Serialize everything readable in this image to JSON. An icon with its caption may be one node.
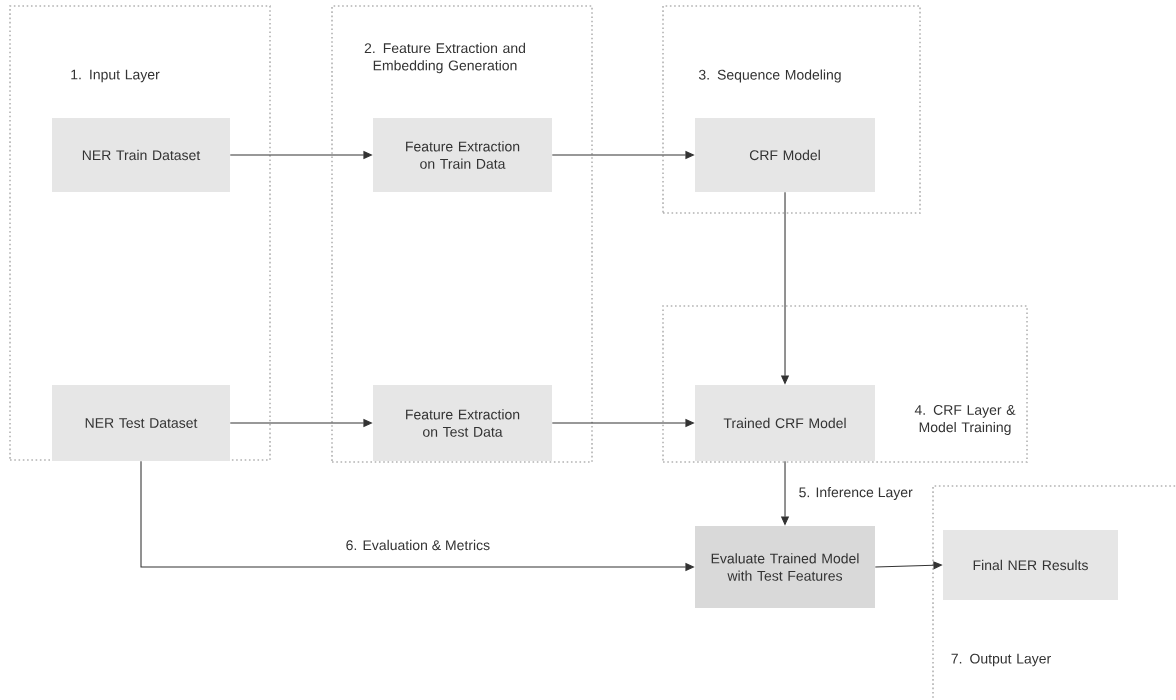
{
  "diagram": {
    "nodes": [
      {
        "text": [
          "1. Input Layer"
        ]
      },
      {
        "text": [
          "NER Train Dataset"
        ],
        "in": 0
      },
      {
        "text": [
          "NER Test Dataset"
        ],
        "in": 0
      },
      {
        "text": [
          "2. Feature Extraction and Embedding Generation"
        ]
      },
      {
        "text": [
          "Feature Extraction on Train Data"
        ],
        "in": 3
      },
      {
        "text": [
          "Feature Extraction on Test Data"
        ],
        "in": 3
      },
      {
        "text": [
          "3. Sequence Modeling"
        ]
      },
      {
        "text": [
          "CRF Model"
        ],
        "in": 6
      },
      {
        "text": [
          "4. CRF Layer & Model Training"
        ]
      },
      {
        "text": [
          "Trained CRF Model"
        ],
        "in": 8
      },
      {
        "text": [
          "Evaluate Trained Model with Test Features"
        ]
      },
      {
        "text": [
          "7. Output Layer"
        ]
      },
      {
        "text": [
          "Final NER Results"
        ],
        "in": 11
      }
    ],
    "edges": [
      {
        "from": 1,
        "to": 4,
        "arrow": "to"
      },
      {
        "from": 4,
        "to": 7,
        "arrow": "to"
      },
      {
        "from": 7,
        "to": 9,
        "arrow": "to"
      },
      {
        "from": 2,
        "to": 5,
        "arrow": "to"
      },
      {
        "from": 5,
        "to": 9,
        "arrow": "to"
      },
      {
        "from": 9,
        "to": 10,
        "arrow": "to",
        "label": "5. Inference Layer"
      },
      {
        "from": 2,
        "to": 10,
        "arrow": "to",
        "label": "6. Evaluation & Metrics"
      },
      {
        "from": 10,
        "to": 12,
        "arrow": "to"
      }
    ]
  }
}
